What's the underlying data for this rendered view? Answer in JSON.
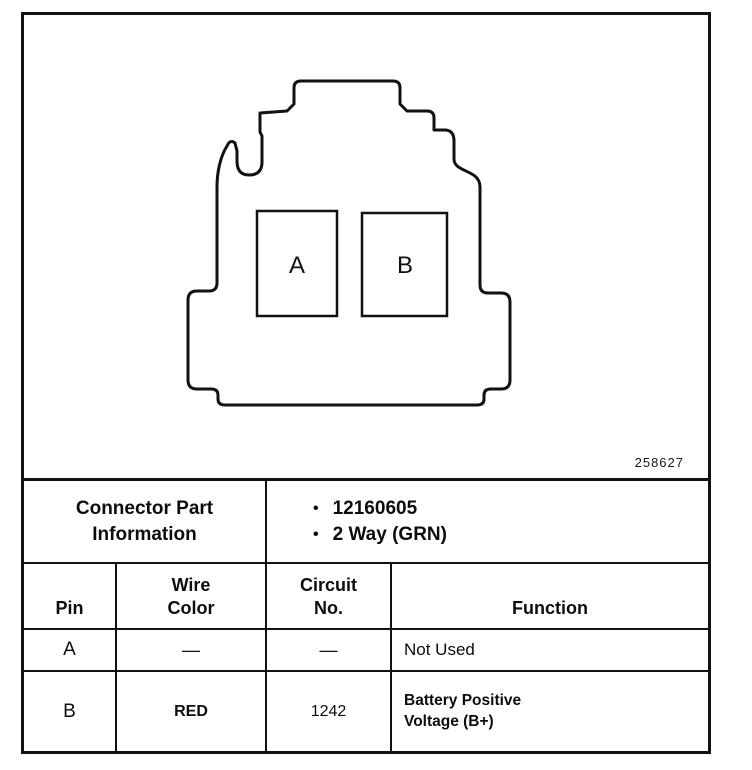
{
  "diagram": {
    "cavities": [
      {
        "label": "A"
      },
      {
        "label": "B"
      }
    ],
    "figure_number": "258627"
  },
  "part_info": {
    "title": "Connector Part Information",
    "bullets": [
      "12160605",
      "2 Way (GRN)"
    ],
    "bullet_glyph": "•"
  },
  "table": {
    "headers": {
      "pin": "Pin",
      "wire_color": "Wire Color",
      "circuit_no": "Circuit No.",
      "function": "Function"
    },
    "rows": [
      {
        "pin": "A",
        "wire_color": "—",
        "circuit_no": "—",
        "function": "Not Used"
      },
      {
        "pin": "B",
        "wire_color": "RED",
        "circuit_no": "1242",
        "function": "Battery Positive Voltage (B+)"
      }
    ]
  }
}
